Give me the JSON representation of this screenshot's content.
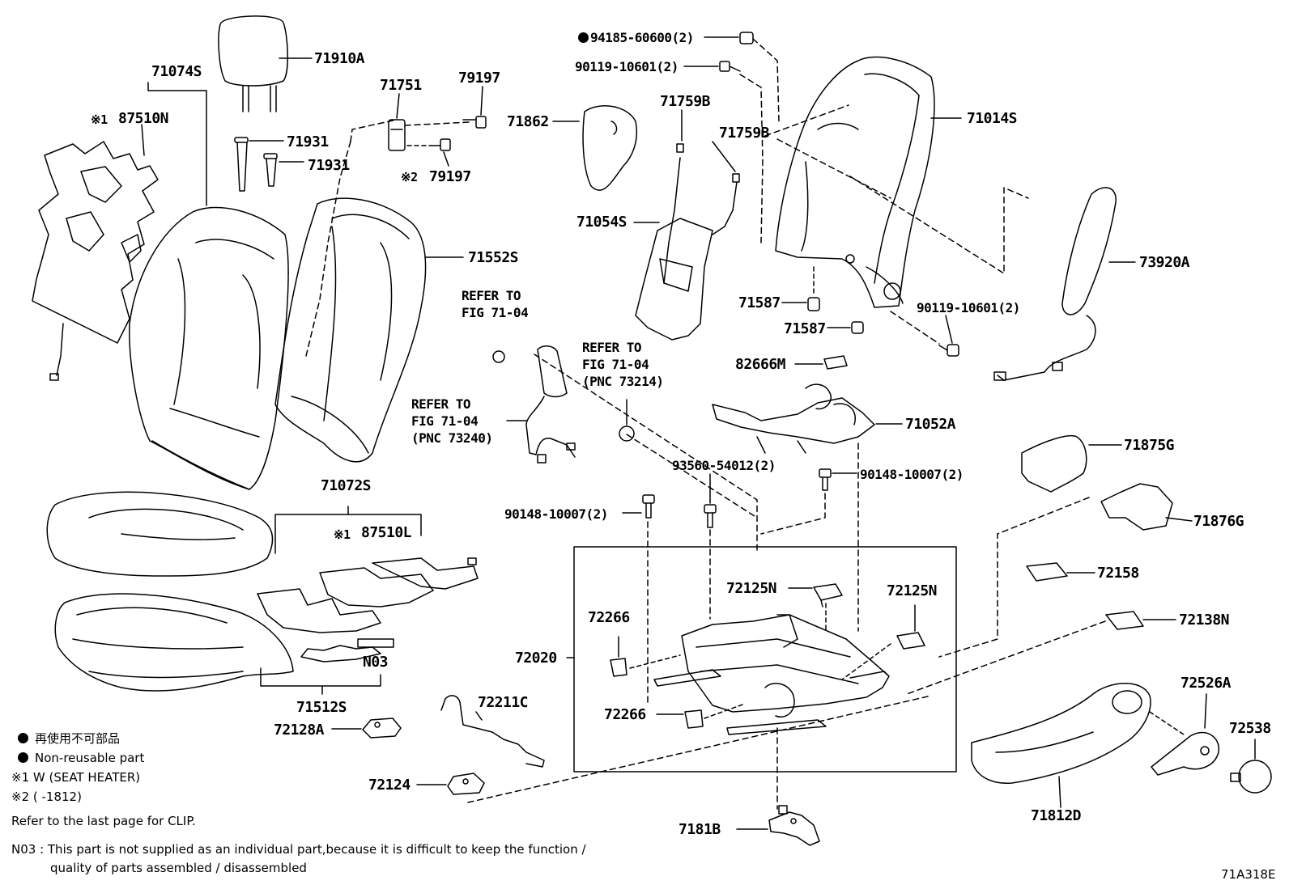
{
  "diagram_id": "71A318E",
  "parts": {
    "p71910A": "71910A",
    "p71074S": "71074S",
    "p87510N": "87510N",
    "p87510N_mark": "※1",
    "p71931a": "71931",
    "p71931b": "71931",
    "p71751": "71751",
    "p79197a": "79197",
    "p79197b": "79197",
    "p79197b_mark": "※2",
    "p71862": "71862",
    "p71759Ba": "71759B",
    "p71759Bb": "71759B",
    "p71054S": "71054S",
    "p71552S": "71552S",
    "p94185": "94185-60600(2)",
    "p90119a": "90119-10601(2)",
    "p71014S": "71014S",
    "p73920A": "73920A",
    "p71587a": "71587",
    "p71587b": "71587",
    "p90119b": "90119-10601(2)",
    "p82666M": "82666M",
    "p71052A": "71052A",
    "p93560": "93560-54012(2)",
    "p90148a": "90148-10007(2)",
    "p90148b": "90148-10007(2)",
    "p71875G": "71875G",
    "p71876G": "71876G",
    "p71072S": "71072S",
    "p87510L": "87510L",
    "p87510L_mark": "※1",
    "pN03": "N03",
    "p71512S": "71512S",
    "p72128A": "72128A",
    "p72211C": "72211C",
    "p72124": "72124",
    "p72125Na": "72125N",
    "p72125Nb": "72125N",
    "p72266a": "72266",
    "p72266b": "72266",
    "p72020": "72020",
    "p72158": "72158",
    "p72138N": "72138N",
    "p72526A": "72526A",
    "p72538": "72538",
    "p71812D": "71812D",
    "p7181B": "7181B"
  },
  "refers": {
    "r1": "REFER TO\nFIG 71-04",
    "r2": "REFER TO\nFIG 71-04\n(PNC 73214)",
    "r3": "REFER TO\nFIG 71-04\n(PNC 73240)"
  },
  "legend": {
    "jp": "再使用不可部品",
    "en": "Non-reusable part",
    "m1": "※1  W (SEAT HEATER)",
    "m2": "※2 (      -1812)",
    "clip": "Refer to the last page for CLIP.",
    "n03_a": "N03 : This part is not supplied as an individual part,because it is difficult to keep the function /",
    "n03_b": "quality of parts assembled / disassembled"
  }
}
